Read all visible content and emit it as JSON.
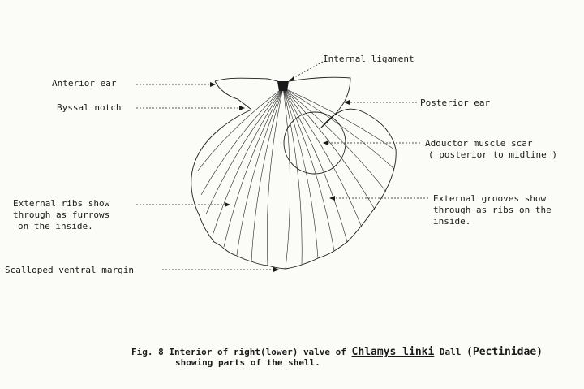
{
  "labels": {
    "internal_ligament": "Internal ligament",
    "anterior_ear": "Anterior ear",
    "byssal_notch": "Byssal notch",
    "posterior_ear": "Posterior ear",
    "adductor_line1": "Adductor muscle scar",
    "adductor_line2": "( posterior to midline )",
    "external_ribs_line1": "External ribs show",
    "external_ribs_line2": "through as furrows",
    "external_ribs_line3": "on the inside.",
    "external_grooves_line1": "External grooves show",
    "external_grooves_line2": "through as ribs on the",
    "external_grooves_line3": "inside.",
    "scalloped_margin": "Scalloped ventral margin"
  },
  "caption": {
    "fig_number": "Fig. 8",
    "text_before": "Interior of right(lower) valve of",
    "species": "Chlamys linki",
    "author": "Dall",
    "family": "(Pectinidae)",
    "line2": "showing parts of the shell."
  }
}
